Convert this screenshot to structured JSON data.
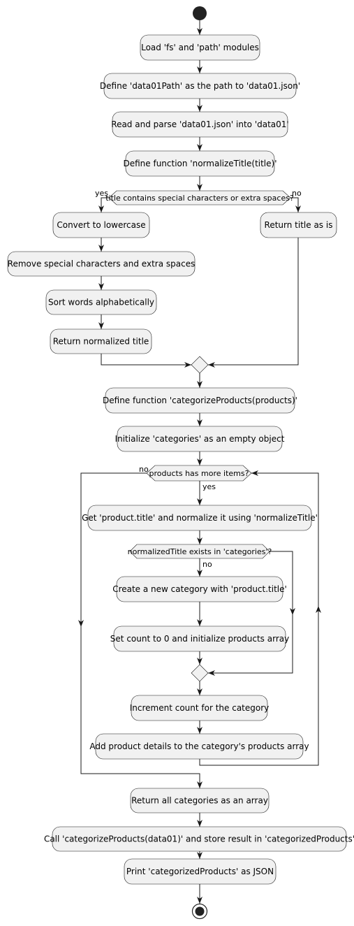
{
  "steps": {
    "load_modules": "Load 'fs' and 'path' modules",
    "define_path": "Define 'data01Path' as the path to 'data01.json'",
    "read_parse": "Read and parse 'data01.json' into 'data01'",
    "define_normalize": "Define function 'normalizeTitle(title)'",
    "lowercase": "Convert to lowercase",
    "remove_special": "Remove special characters and extra spaces",
    "sort_words": "Sort words alphabetically",
    "return_normalized": "Return normalized title",
    "return_as_is": "Return title as is",
    "define_categorize": "Define function 'categorizeProducts(products)'",
    "init_categories": "Initialize 'categories' as an empty object",
    "get_title": "Get 'product.title' and normalize it using 'normalizeTitle'",
    "create_category": "Create a new category with 'product.title'",
    "set_count": "Set count to 0 and initialize products array",
    "increment": "Increment count for the category",
    "add_details": "Add product details to the category's products array",
    "return_all": "Return all categories as an array",
    "call_categorize": "Call 'categorizeProducts(data01)' and store result in 'categorizedProducts'",
    "print_json": "Print 'categorizedProducts' as JSON"
  },
  "decisions": {
    "special_chars": "title contains special characters or extra spaces?",
    "more_items": "products has more items?",
    "exists": "normalizedTitle exists in 'categories'?"
  },
  "branches": {
    "special_yes": "yes",
    "special_no": "no",
    "loop_no": "no",
    "loop_yes": "yes",
    "exists_no": "no"
  }
}
